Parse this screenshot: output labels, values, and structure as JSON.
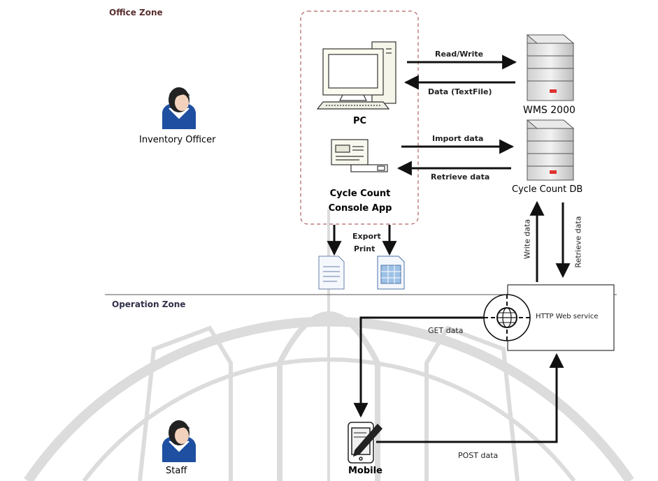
{
  "zones": {
    "office": "Office Zone",
    "operation": "Operation Zone"
  },
  "actors": {
    "inventory_officer": "Inventory Officer",
    "staff": "Staff"
  },
  "nodes": {
    "pc": "PC",
    "console_app_line1": "Cycle Count",
    "console_app_line2": "Console App",
    "wms": "WMS 2000",
    "cycle_count_db": "Cycle Count DB",
    "web_service": "HTTP Web service",
    "mobile": "Mobile"
  },
  "edges": {
    "read_write": "Read/Write",
    "data_textfile": "Data (TextFile)",
    "import_data": "Import data",
    "retrieve_data": "Retrieve data",
    "export": "Export",
    "print": "Print",
    "write_data": "Write data",
    "retrieve_data_vertical": "Retrieve data",
    "get_data": "GET data",
    "post_data": "POST data"
  },
  "icons": {
    "person": "person-icon",
    "pc": "desktop-computer-icon",
    "console": "console-window-icon",
    "server": "server-icon",
    "document": "document-icon",
    "spreadsheet": "spreadsheet-icon",
    "globe": "globe-icon",
    "mobile": "mobile-device-icon"
  },
  "colors": {
    "watermark": "#d9d9d9",
    "dashed_border": "#b06060",
    "server_led": "#e03030"
  }
}
